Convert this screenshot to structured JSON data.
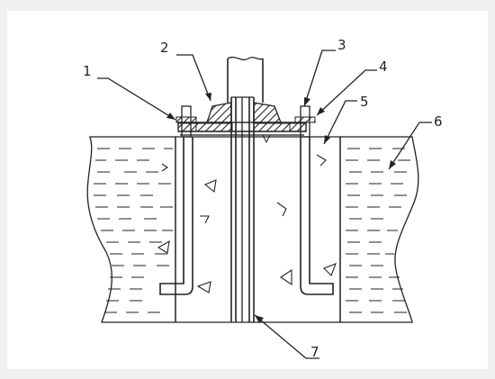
{
  "diagram": {
    "callouts": [
      {
        "id": "1",
        "text": "1"
      },
      {
        "id": "2",
        "text": "2"
      },
      {
        "id": "3",
        "text": "3"
      },
      {
        "id": "4",
        "text": "4"
      },
      {
        "id": "5",
        "text": "5"
      },
      {
        "id": "6",
        "text": "6"
      },
      {
        "id": "7",
        "text": "7"
      }
    ],
    "colors": {
      "line": "#222222",
      "hatch": "#222222",
      "background": "#ffffff"
    }
  }
}
